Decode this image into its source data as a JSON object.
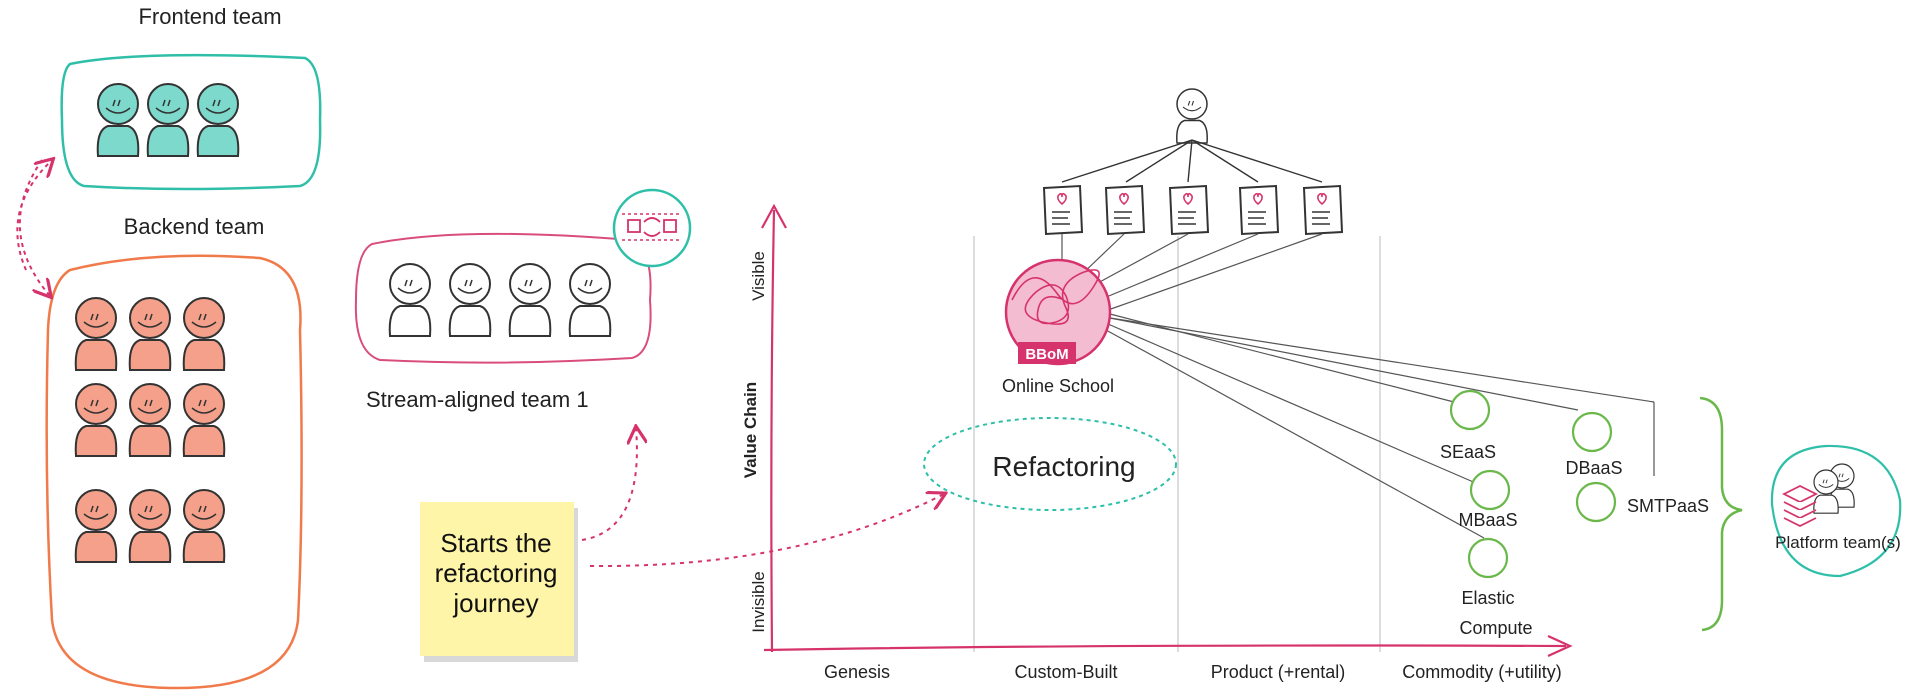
{
  "teams": {
    "frontend_title": "Frontend team",
    "backend_title": "Backend team",
    "stream_aligned_title": "Stream-aligned team 1",
    "platform_title": "Platform team(s)"
  },
  "sticky_note": {
    "line1": "Starts the",
    "line2": "refactoring",
    "line3": "journey"
  },
  "wardley_map": {
    "y_axis_label": "Value Chain",
    "y_top_label": "Visible",
    "y_bottom_label": "Invisible",
    "x_stages": [
      "Genesis",
      "Custom-Built",
      "Product (+rental)",
      "Commodity (+utility)"
    ],
    "components": {
      "online_school": "Online School",
      "bbom_badge": "BBoM",
      "refactoring": "Refactoring",
      "seaas": "SEaaS",
      "dbaas": "DBaaS",
      "mbaas": "MBaaS",
      "smtpaas": "SMTPaaS",
      "elastic_compute_line1": "Elastic",
      "elastic_compute_line2": "Compute"
    }
  },
  "colors": {
    "frontend_teal": "#7dd9cc",
    "backend_salmon": "#f5a08a",
    "frontend_border": "#2fbfa9",
    "backend_border": "#f07a4a",
    "stream_border": "#d94d7e",
    "accent_pink": "#d6336c",
    "commodity_green": "#6ab84a",
    "sticky_yellow": "#fff5a8"
  }
}
